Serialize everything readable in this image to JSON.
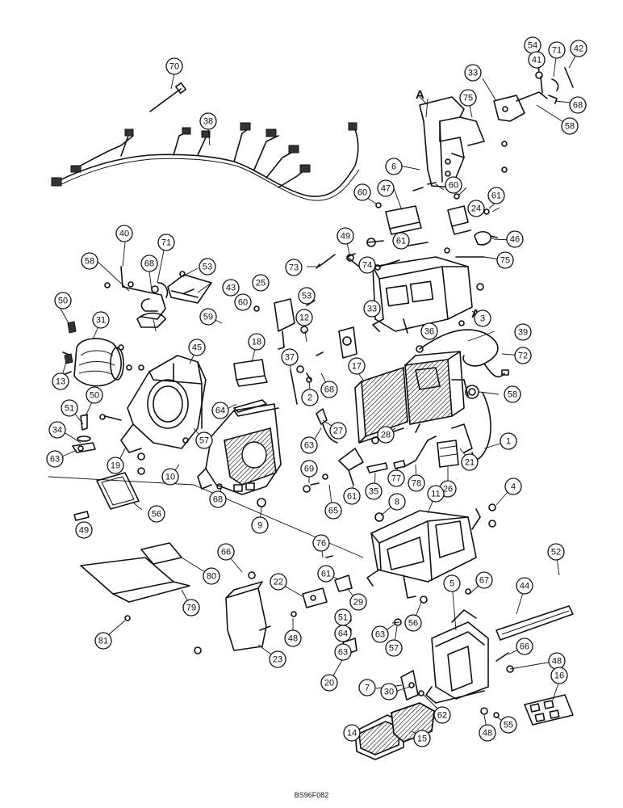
{
  "drawing_code": "BS96F082",
  "section_marks": [
    "A",
    "A"
  ],
  "callouts": [
    "70",
    "54",
    "71",
    "42",
    "41",
    "33",
    "68",
    "75",
    "58",
    "38",
    "6",
    "60",
    "47",
    "60",
    "24",
    "61",
    "46",
    "49",
    "61",
    "40",
    "71",
    "58",
    "68",
    "53",
    "43",
    "73",
    "74",
    "75",
    "25",
    "53",
    "60",
    "12",
    "33",
    "3",
    "50",
    "31",
    "59",
    "45",
    "18",
    "37",
    "39",
    "36",
    "72",
    "13",
    "50",
    "51",
    "64",
    "17",
    "2",
    "68",
    "58",
    "34",
    "63",
    "19",
    "10",
    "57",
    "63",
    "27",
    "28",
    "1",
    "21",
    "69",
    "68",
    "9",
    "65",
    "61",
    "35",
    "77",
    "78",
    "26",
    "11",
    "4",
    "56",
    "8",
    "49",
    "76",
    "66",
    "61",
    "80",
    "22",
    "29",
    "79",
    "81",
    "23",
    "48",
    "51",
    "64",
    "63",
    "20",
    "63",
    "56",
    "57",
    "7",
    "30",
    "5",
    "67",
    "44",
    "52",
    "66",
    "48",
    "62",
    "15",
    "14",
    "48",
    "55",
    "16"
  ]
}
